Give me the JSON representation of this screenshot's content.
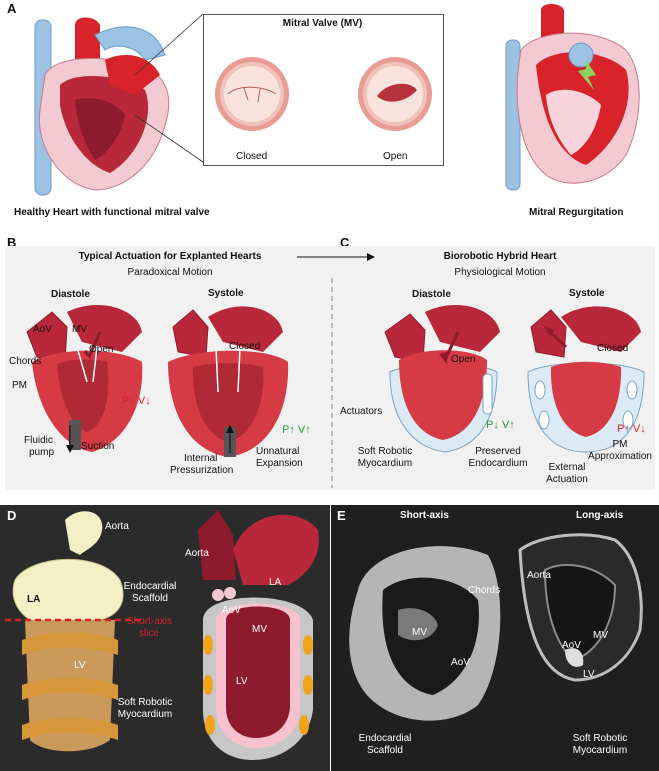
{
  "panelA": {
    "letter": "A",
    "healthy_caption": "Healthy Heart with functional mitral valve",
    "regurg_caption": "Mitral Regurgitation",
    "inset": {
      "title": "Mitral Valve (MV)",
      "closed": "Closed",
      "open": "Open"
    }
  },
  "panelB": {
    "letter": "B",
    "title": "Typical Actuation for Explanted Hearts",
    "subtitle": "Paradoxical Motion",
    "diastole": "Diastole",
    "systole": "Systole",
    "labels": {
      "aov": "AoV",
      "mv": "MV",
      "open": "Open",
      "chords": "Chords",
      "pm": "PM",
      "fluidic_pump_1": "Fluidic",
      "fluidic_pump_2": "pump",
      "suction": "Suction",
      "closed": "Closed",
      "internal_1": "Internal",
      "internal_2": "Pressurization",
      "unnatural_1": "Unnatural",
      "unnatural_2": "Expansion",
      "pv_diastole": "P↓ V↓",
      "pv_systole": "P↑ V↑"
    }
  },
  "panelC": {
    "letter": "C",
    "title": "Biorobotic Hybrid Heart",
    "subtitle": "Physiological Motion",
    "diastole": "Diastole",
    "systole": "Systole",
    "labels": {
      "open": "Open",
      "closed": "Closed",
      "actuators": "Actuators",
      "srm_1": "Soft Robotic",
      "srm_2": "Myocardium",
      "pe_1": "Preserved",
      "pe_2": "Endocardium",
      "pm_1": "PM",
      "pm_2": "Approximation",
      "ext_1": "External",
      "ext_2": "Actuation",
      "pv_diastole": "P↓ V↑",
      "pv_systole": "P↑ V↓"
    }
  },
  "panelD": {
    "letter": "D",
    "labels": {
      "aorta": "Aorta",
      "endo_1": "Endocardial",
      "endo_2": "Scaffold",
      "la": "LA",
      "lv": "LV",
      "slice_1": "Short-axis",
      "slice_2": "slice",
      "srm_1": "Soft Robotic",
      "srm_2": "Myocardium",
      "d_aorta": "Aorta",
      "d_la": "LA",
      "d_aov": "AoV",
      "d_mv": "MV",
      "d_lv": "LV"
    }
  },
  "panelE": {
    "letter": "E",
    "short_axis": "Short-axis",
    "long_axis": "Long-axis",
    "labels": {
      "chords": "Chords",
      "mv": "MV",
      "aov": "AoV",
      "endo_1": "Endocardial",
      "endo_2": "Scaffold",
      "l_aorta": "Aorta",
      "l_mv": "MV",
      "l_aov": "AoV",
      "l_lv": "LV",
      "l_srm_1": "Soft Robotic",
      "l_srm_2": "Myocardium"
    }
  },
  "colors": {
    "red": "#d8232a",
    "green": "#2e9e3c",
    "heart_red": "#b8283a",
    "heart_dark": "#8e1b2c",
    "vessel_blue": "#9cc3e4",
    "actuator_blue": "#dceaf5",
    "dark_bg": "#2b2b2b",
    "grey_bg": "#f1f1f1"
  }
}
